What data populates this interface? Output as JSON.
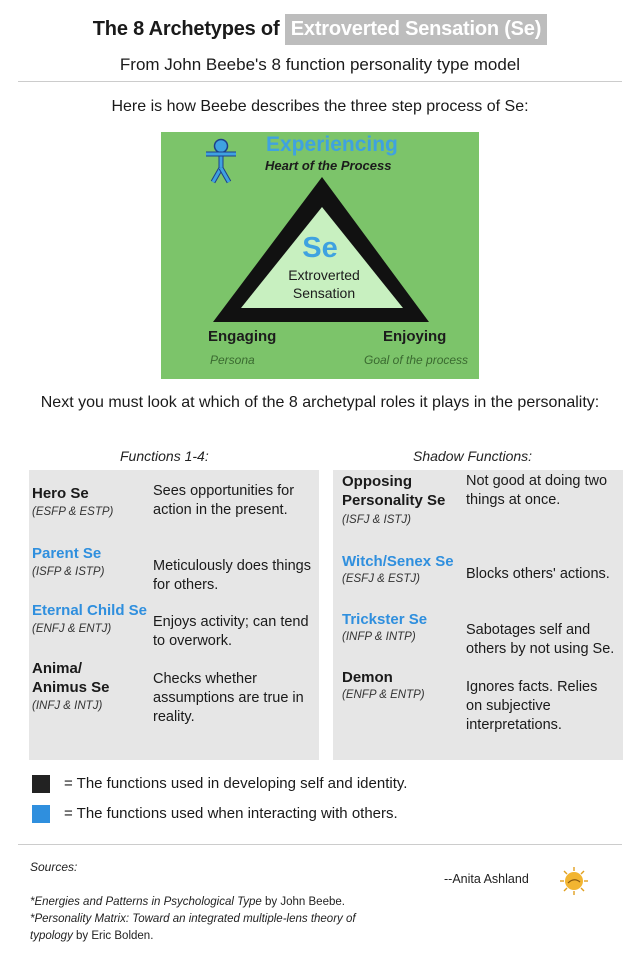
{
  "header": {
    "title_prefix": "The 8 Archetypes of",
    "title_highlight": "Extroverted Sensation (Se)",
    "subtitle": "From John Beebe's 8 function personality type model",
    "intro": "Here is how Beebe describes the three step process of Se:"
  },
  "diagram": {
    "top_label": "Experiencing",
    "top_sub": "Heart of the Process",
    "center_big": "Se",
    "center_line1": "Extroverted",
    "center_line2": "Sensation",
    "left_label": "Engaging",
    "left_sub": "Persona",
    "right_label": "Enjoying",
    "right_sub": "Goal of the process",
    "colors": {
      "background": "#7cc46a",
      "triangle": "#111111",
      "inner": "#c8f0c0",
      "accent": "#3fa2e0"
    }
  },
  "next_text": "Next you must look at which of the 8 archetypal roles it plays in the personality:",
  "left_column": {
    "heading": "Functions 1-4:",
    "roles": [
      {
        "name": "Hero Se",
        "types": "(ESFP & ESTP)",
        "desc": "Sees opportunities for action in the present."
      },
      {
        "name": "Parent Se",
        "types": "(ISFP & ISTP)",
        "desc": "Meticulously does things for others."
      },
      {
        "name": "Eternal Child Se",
        "types": "(ENFJ & ENTJ)",
        "desc": "Enjoys activity; can tend to overwork."
      },
      {
        "name": "Anima/ Animus Se",
        "types": "(INFJ & INTJ)",
        "desc": "Checks whether assumptions are true in reality."
      }
    ]
  },
  "right_column": {
    "heading": "Shadow Functions:",
    "roles": [
      {
        "name": "Opposing Personality Se",
        "types": "(ISFJ & ISTJ)",
        "desc": "Not good at doing two things at once."
      },
      {
        "name": "Witch/Senex Se",
        "types": "(ESFJ & ESTJ)",
        "desc": "Blocks others' actions."
      },
      {
        "name": "Trickster Se",
        "types": "(INFP & INTP)",
        "desc": "Sabotages self and others by not using Se."
      },
      {
        "name": "Demon",
        "types": "(ENFP & ENTP)",
        "desc": "Ignores facts. Relies on subjective interpretations."
      }
    ]
  },
  "legend": [
    {
      "color": "#222222",
      "text": "= The functions used in developing self and identity."
    },
    {
      "color": "#2f8fde",
      "text": "= The functions used when interacting with others."
    }
  ],
  "sources": {
    "heading": "Sources:",
    "items": [
      {
        "title": "*Energies and Patterns in Psychological Type",
        "by": " by John Beebe."
      },
      {
        "title": "*Personality Matrix: Toward an integrated multiple-lens theory of typology",
        "by": " by Eric Bolden."
      }
    ],
    "author": "--Anita Ashland"
  }
}
